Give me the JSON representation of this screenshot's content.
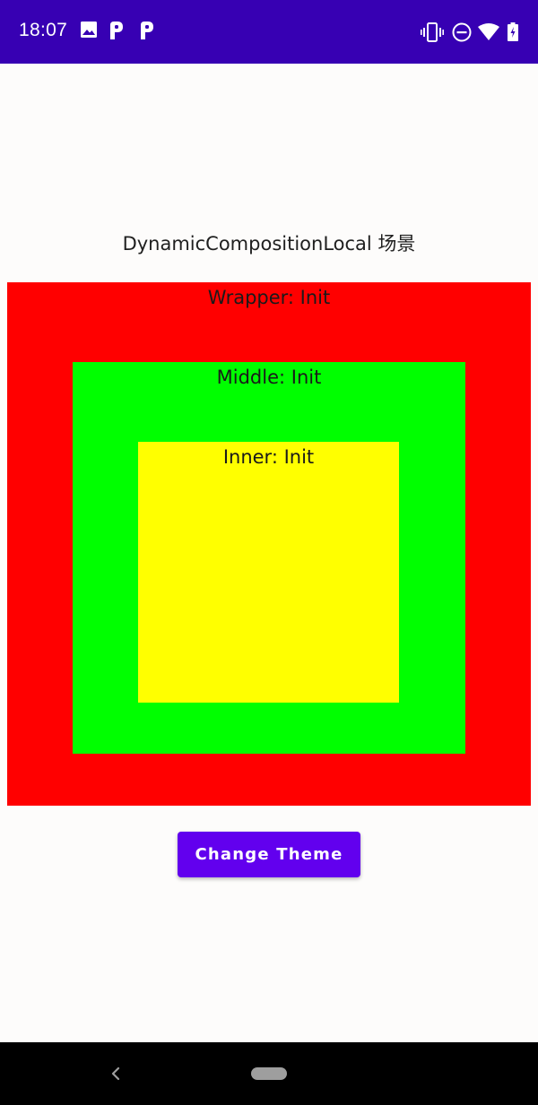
{
  "status_bar": {
    "time": "18:07",
    "background": "#3700b3",
    "left_icons": [
      "image-icon",
      "p-icon",
      "p-icon"
    ],
    "right_icons": [
      "vibrate-icon",
      "do-not-disturb-icon",
      "wifi-icon",
      "battery-icon"
    ]
  },
  "screen": {
    "title": "DynamicCompositionLocal 场景",
    "background": "#fdfcfb"
  },
  "boxes": {
    "wrapper": {
      "label": "Wrapper: Init",
      "color": "#ff0000"
    },
    "middle": {
      "label": "Middle: Init",
      "color": "#00ff00"
    },
    "inner": {
      "label": "Inner: Init",
      "color": "#ffff00"
    }
  },
  "action": {
    "label": "Change Theme",
    "color": "#6200ee"
  },
  "nav_bar": {
    "icons": [
      "back-icon",
      "home-pill-icon"
    ]
  }
}
